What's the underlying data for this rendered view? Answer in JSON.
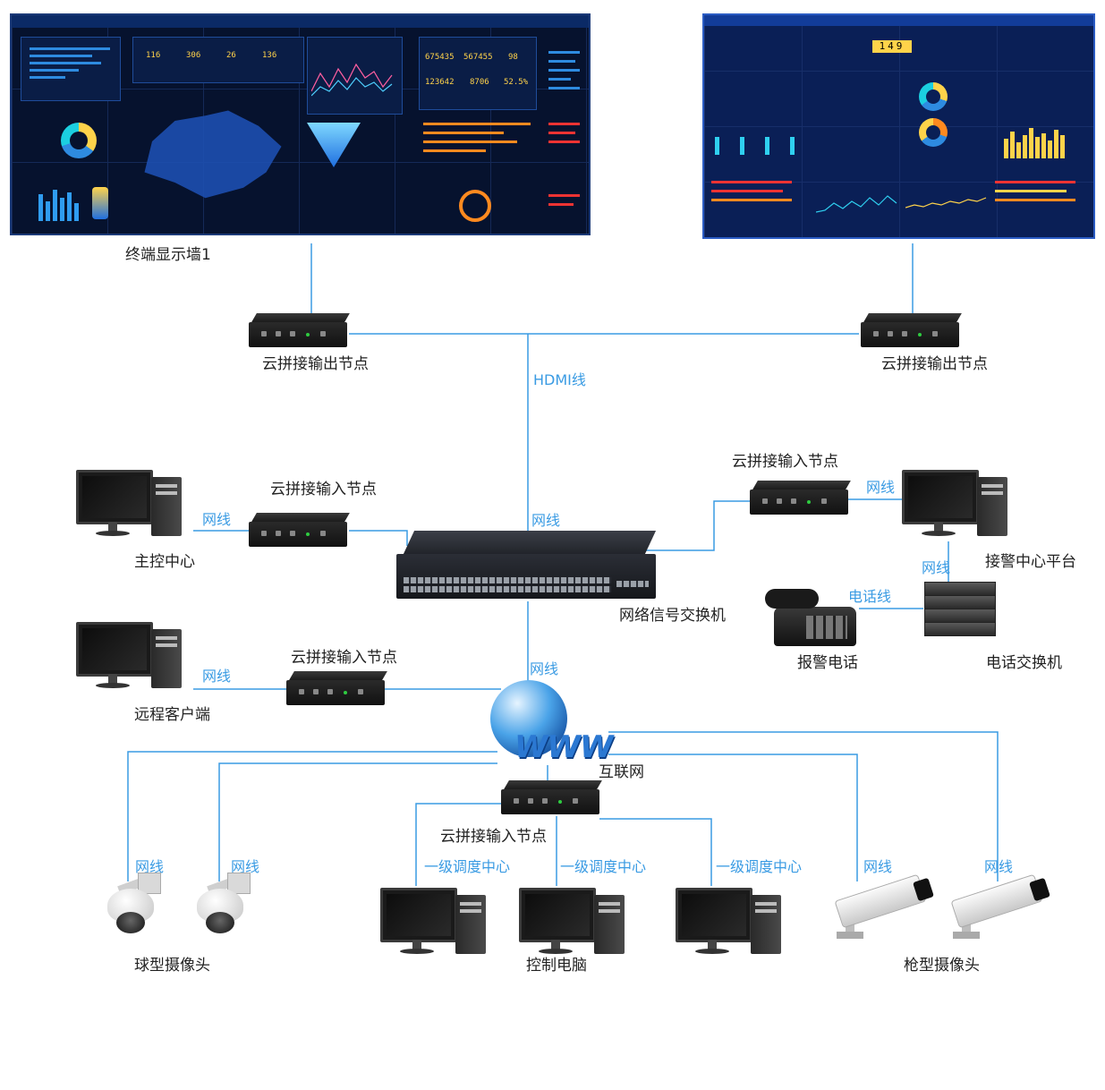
{
  "walls": {
    "left_caption": "终端显示墙1",
    "left_metrics": [
      "116",
      "306",
      "26",
      "136",
      "675435",
      "567455",
      "98",
      "123642",
      "8706",
      "52.5%"
    ],
    "right_counter": "149"
  },
  "nodes": {
    "output_left": "云拼接输出节点",
    "output_right": "云拼接输出节点",
    "input_master": "云拼接输入节点",
    "input_remote": "云拼接输入节点",
    "input_alarm": "云拼接输入节点",
    "input_bottom": "云拼接输入节点"
  },
  "devices": {
    "master_center": "主控中心",
    "remote_client": "远程客户端",
    "network_switch": "网络信号交换机",
    "alarm_center": "接警中心平台",
    "alarm_phone": "报警电话",
    "phone_exchange": "电话交换机",
    "internet": "互联网",
    "dome_cameras": "球型摄像头",
    "control_pcs": "控制电脑",
    "bullet_cameras": "枪型摄像头",
    "www_text": "WWW"
  },
  "wires": {
    "hdmi": "HDMI线",
    "net": "网线",
    "phone": "电话线",
    "dispatch": "一级调度中心"
  },
  "colors": {
    "wire": "#3a9be3",
    "wall_bg": "#06122e",
    "accent": "#2e8be0"
  }
}
